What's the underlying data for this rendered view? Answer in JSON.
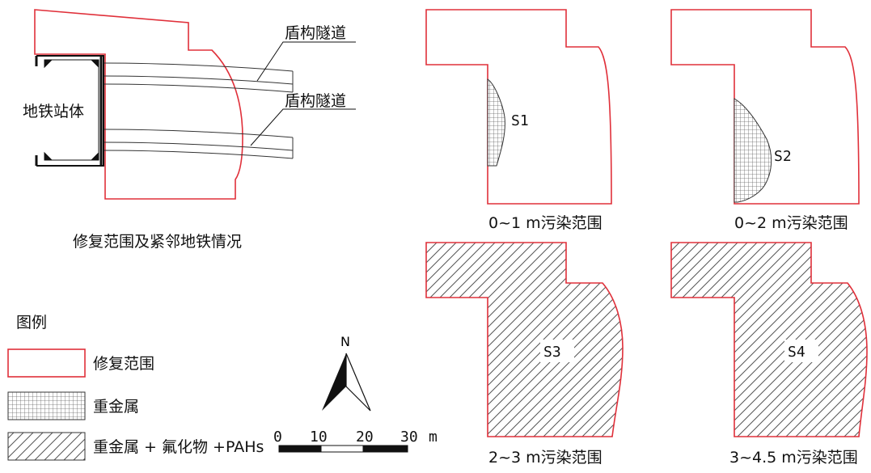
{
  "colors": {
    "boundary": "#e0303a",
    "ink": "#111111",
    "hatch": "#555555"
  },
  "site": {
    "station_label": "地铁站体",
    "tunnel_label_1": "盾构隧道",
    "tunnel_label_2": "盾构隧道",
    "caption": "修复范围及紧邻地铁情况"
  },
  "panels": [
    {
      "id": "S1",
      "caption": "0~1 m污染范围",
      "fill": "grid"
    },
    {
      "id": "S2",
      "caption": "0~2 m污染范围",
      "fill": "grid"
    },
    {
      "id": "S3",
      "caption": "2~3 m污染范围",
      "fill": "hatch"
    },
    {
      "id": "S4",
      "caption": "3~4.5 m污染范围",
      "fill": "hatch"
    }
  ],
  "legend": {
    "title": "图例",
    "items": [
      {
        "label": "修复范围",
        "swatch": "red-outline"
      },
      {
        "label": "重金属",
        "swatch": "grid"
      },
      {
        "label": "重金属 + 氟化物 +PAHs",
        "swatch": "hatch"
      }
    ]
  },
  "north": {
    "label": "N"
  },
  "scale": {
    "ticks": [
      "0",
      "10",
      "20",
      "30"
    ],
    "unit": "m"
  }
}
